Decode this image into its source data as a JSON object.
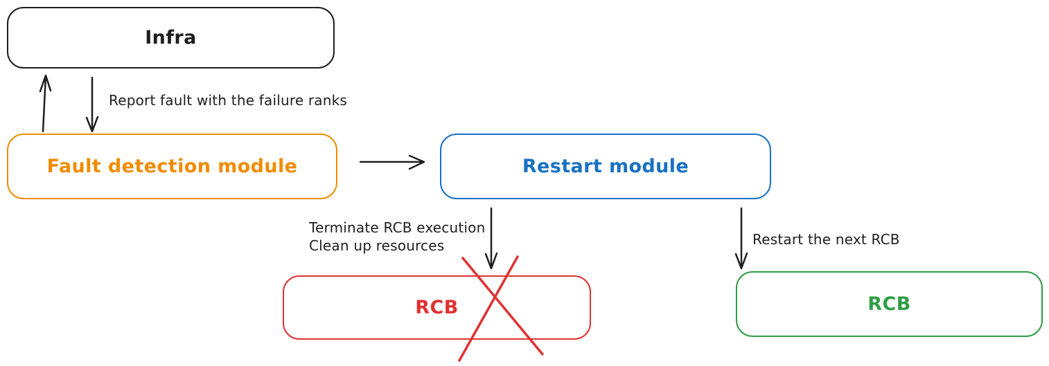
{
  "nodes": {
    "infra": {
      "label": "Infra",
      "color": "#1e1e1e"
    },
    "fault_detection": {
      "label": "Fault detection module",
      "color": "#f08c00"
    },
    "restart_module": {
      "label": "Restart module",
      "color": "#1971c2"
    },
    "rcb_failed": {
      "label": "RCB",
      "color": "#e03131",
      "status": "crossed-out",
      "cross_color": "#e03131"
    },
    "rcb_next": {
      "label": "RCB",
      "color": "#2f9e44"
    }
  },
  "edges": {
    "fault_to_infra": {
      "from": "fault_detection",
      "to": "infra",
      "direction": "up"
    },
    "infra_to_fault": {
      "from": "infra",
      "to": "fault_detection",
      "direction": "down",
      "label": "Report fault with the failure ranks"
    },
    "fault_to_restart": {
      "from": "fault_detection",
      "to": "restart_module",
      "direction": "right"
    },
    "restart_to_rcb_failed": {
      "from": "restart_module",
      "to": "rcb_failed",
      "direction": "down",
      "label_lines": [
        "Terminate RCB execution",
        "Clean up resources"
      ]
    },
    "restart_to_rcb_next": {
      "from": "restart_module",
      "to": "rcb_next",
      "direction": "down",
      "label": "Restart the next RCB"
    }
  },
  "colors": {
    "background": "#ffffff",
    "ink": "#1e1e1e",
    "orange": "#f08c00",
    "blue": "#1971c2",
    "red": "#e03131",
    "green": "#2f9e44"
  }
}
